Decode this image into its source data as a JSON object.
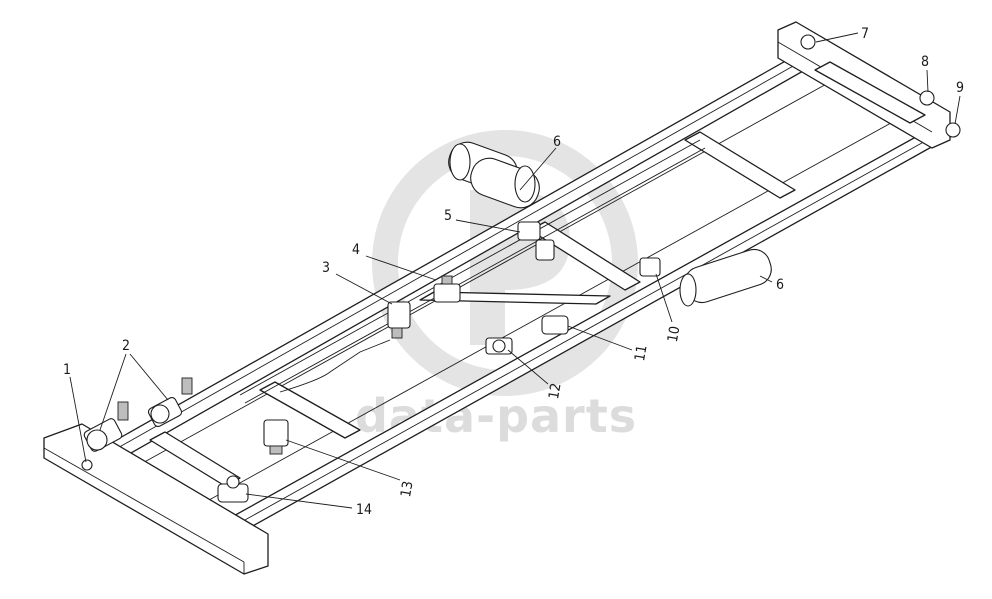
{
  "watermark": {
    "text": "data-parts",
    "color": "#dcdcdc"
  },
  "callouts": [
    {
      "id": "c1",
      "label": "1"
    },
    {
      "id": "c2",
      "label": "2"
    },
    {
      "id": "c3",
      "label": "3"
    },
    {
      "id": "c4",
      "label": "4"
    },
    {
      "id": "c5",
      "label": "5"
    },
    {
      "id": "c6a",
      "label": "6"
    },
    {
      "id": "c6b",
      "label": "6"
    },
    {
      "id": "c7",
      "label": "7"
    },
    {
      "id": "c8",
      "label": "8"
    },
    {
      "id": "c9",
      "label": "9"
    },
    {
      "id": "c10",
      "label": "10"
    },
    {
      "id": "c11",
      "label": "11"
    },
    {
      "id": "c12",
      "label": "12"
    },
    {
      "id": "c13",
      "label": "13"
    },
    {
      "id": "c14",
      "label": "14"
    }
  ]
}
